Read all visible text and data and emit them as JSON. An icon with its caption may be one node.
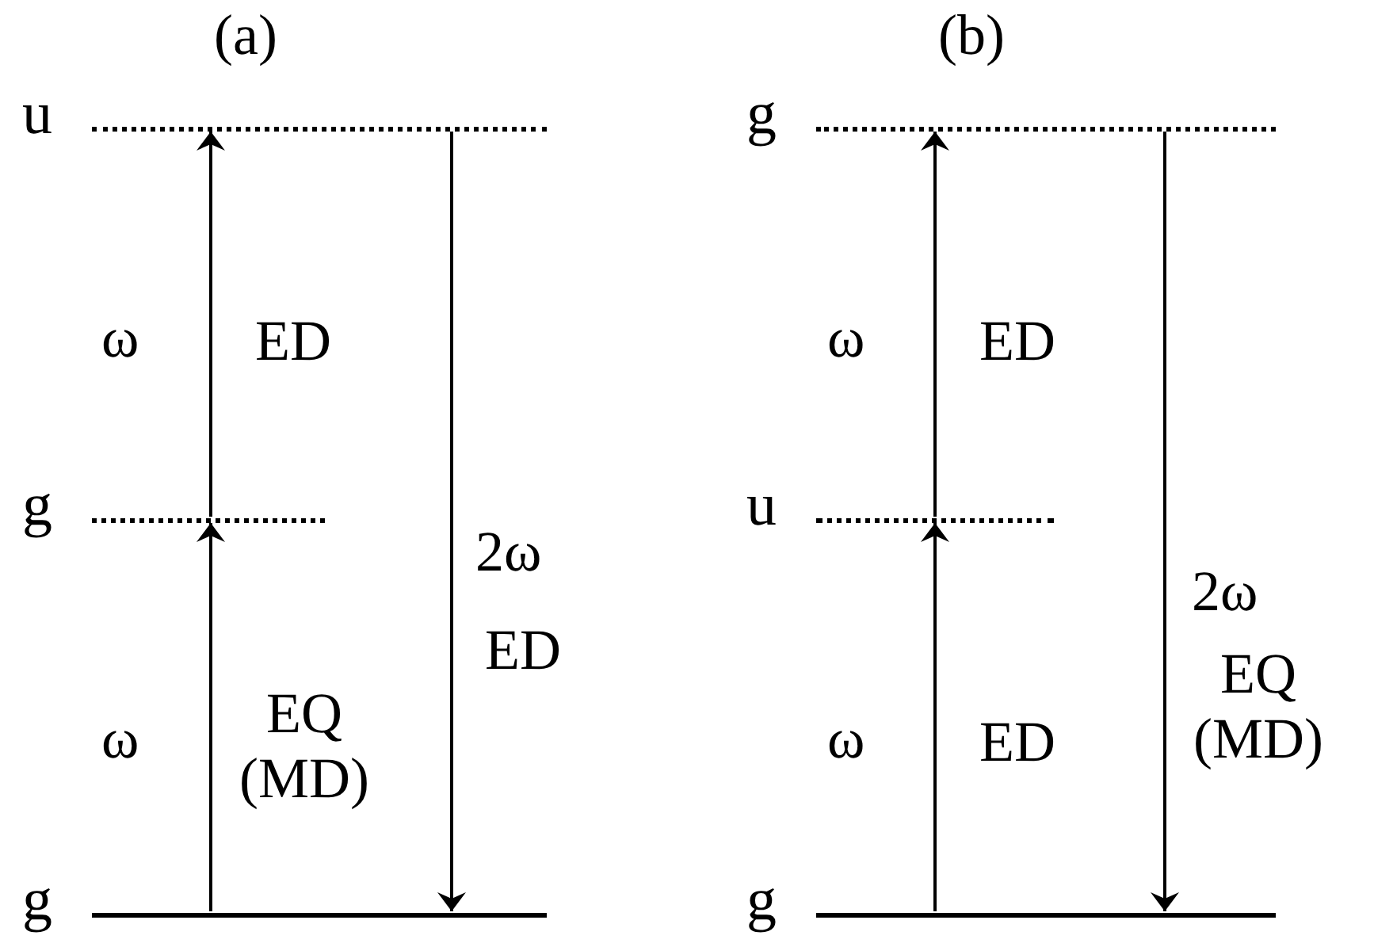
{
  "diagram": {
    "nodes": [
      {
        "text": [],
        "shape": "dashed-line",
        "beside": [
          "u"
        ]
      },
      {
        "text": [],
        "shape": "dashed-line",
        "beside": [
          "g"
        ]
      },
      {
        "text": [],
        "shape": "line",
        "beside": [
          "g"
        ]
      },
      {
        "text": [],
        "shape": "dashed-line",
        "beside": [
          "g"
        ]
      },
      {
        "text": [],
        "shape": "dashed-line",
        "beside": [
          "u"
        ]
      },
      {
        "text": [],
        "shape": "line",
        "beside": [
          "g"
        ]
      }
    ],
    "edges": [
      {
        "from": 2,
        "to": 1,
        "arrow": "to",
        "label": "EQ (MD)"
      },
      {
        "from": 1,
        "to": 0,
        "arrow": "to",
        "label": "ED"
      },
      {
        "from": 0,
        "to": 2,
        "arrow": "to",
        "label": "ED"
      },
      {
        "from": 5,
        "to": 4,
        "arrow": "to",
        "label": "ED"
      },
      {
        "from": 4,
        "to": 3,
        "arrow": "to",
        "label": "ED"
      },
      {
        "from": 3,
        "to": 5,
        "arrow": "to",
        "label": "EQ (MD)"
      }
    ],
    "labels": [
      "(a)",
      "(b)",
      "ω",
      "ω",
      "2ω",
      "2ω",
      "ω",
      "ω"
    ]
  }
}
